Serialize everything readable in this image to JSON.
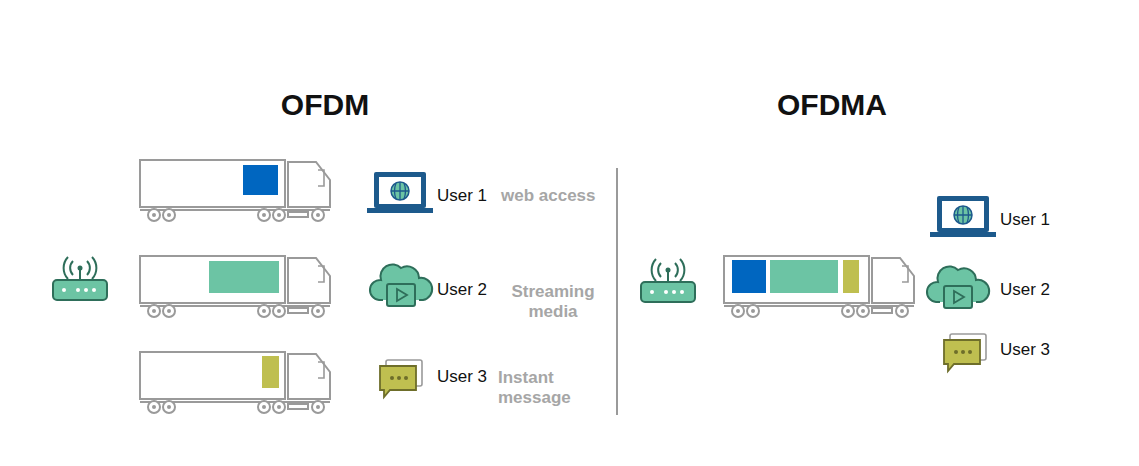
{
  "diagram": {
    "labels": [
      "OFDM",
      "User 1",
      "web access",
      "User 2",
      "Streaming media",
      "User 3",
      "Instant message",
      "OFDMA",
      "User 1",
      "User 2",
      "User 3"
    ]
  }
}
